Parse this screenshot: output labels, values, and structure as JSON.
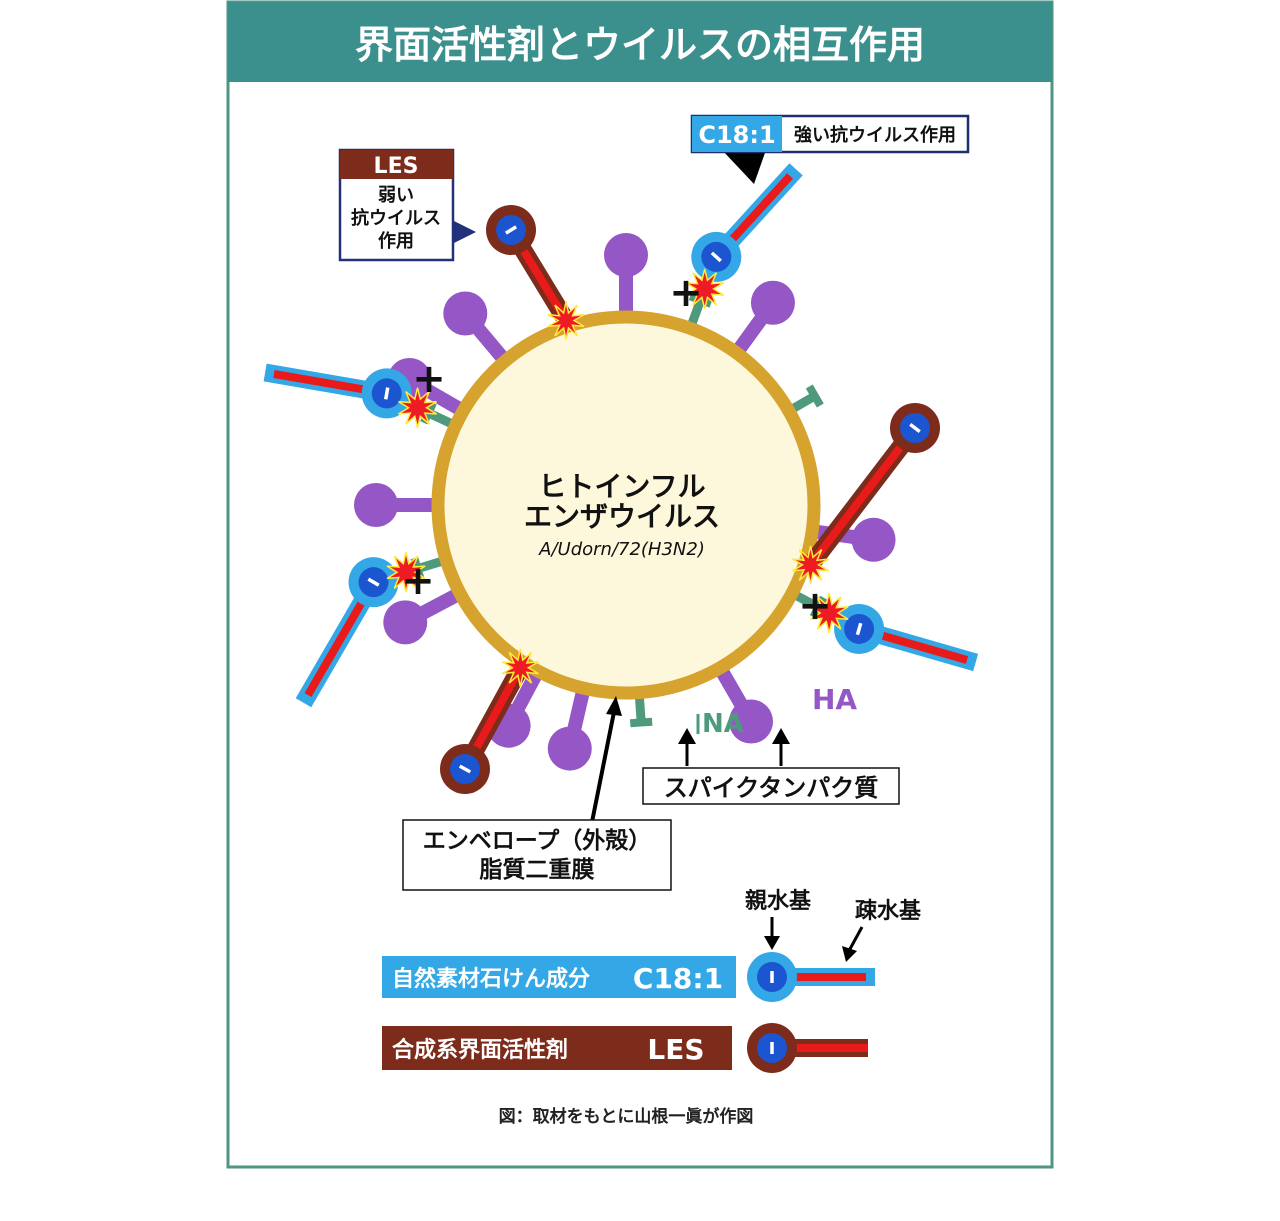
{
  "title": "界面活性剤とウイルスの相互作用",
  "virus": {
    "name_line1": "ヒトインフル",
    "name_line2": "エンザウイルス",
    "strain": "A/Udorn/72(H3N2)"
  },
  "callouts": {
    "les_tag": "LES",
    "les_line1": "弱い",
    "les_line2": "抗ウイルス",
    "les_line3": "作用",
    "c18_tag": "C18:1",
    "c18_text": "強い抗ウイルス作用"
  },
  "labels": {
    "ha": "HA",
    "na": "NA",
    "spike": "スパイクタンパク質",
    "envelope_line1": "エンベロープ（外殻）",
    "envelope_line2": "脂質二重膜",
    "plus": "+",
    "minus": "-"
  },
  "legend": {
    "hydrophilic": "親水基",
    "hydrophobic": "疎水基",
    "c18_label": "自然素材石けん成分",
    "c18_code": "C18:1",
    "les_label": "合成系界面活性剤",
    "les_code": "LES"
  },
  "credit": "図：取材をもとに山根一眞が作図",
  "colors": {
    "header_teal": "#3b8f8c",
    "frame_green": "#4e9684",
    "membrane": "#d6a32e",
    "virus_fill": "#fdf8dc",
    "ha_purple": "#9457c5",
    "na_green": "#4f9a7d",
    "c18_cyan": "#34a8e6",
    "les_brown": "#7d2b1a",
    "head_blue": "#1b55cf",
    "tail_red": "#e81a1a",
    "burst_red": "#ee1b24"
  }
}
